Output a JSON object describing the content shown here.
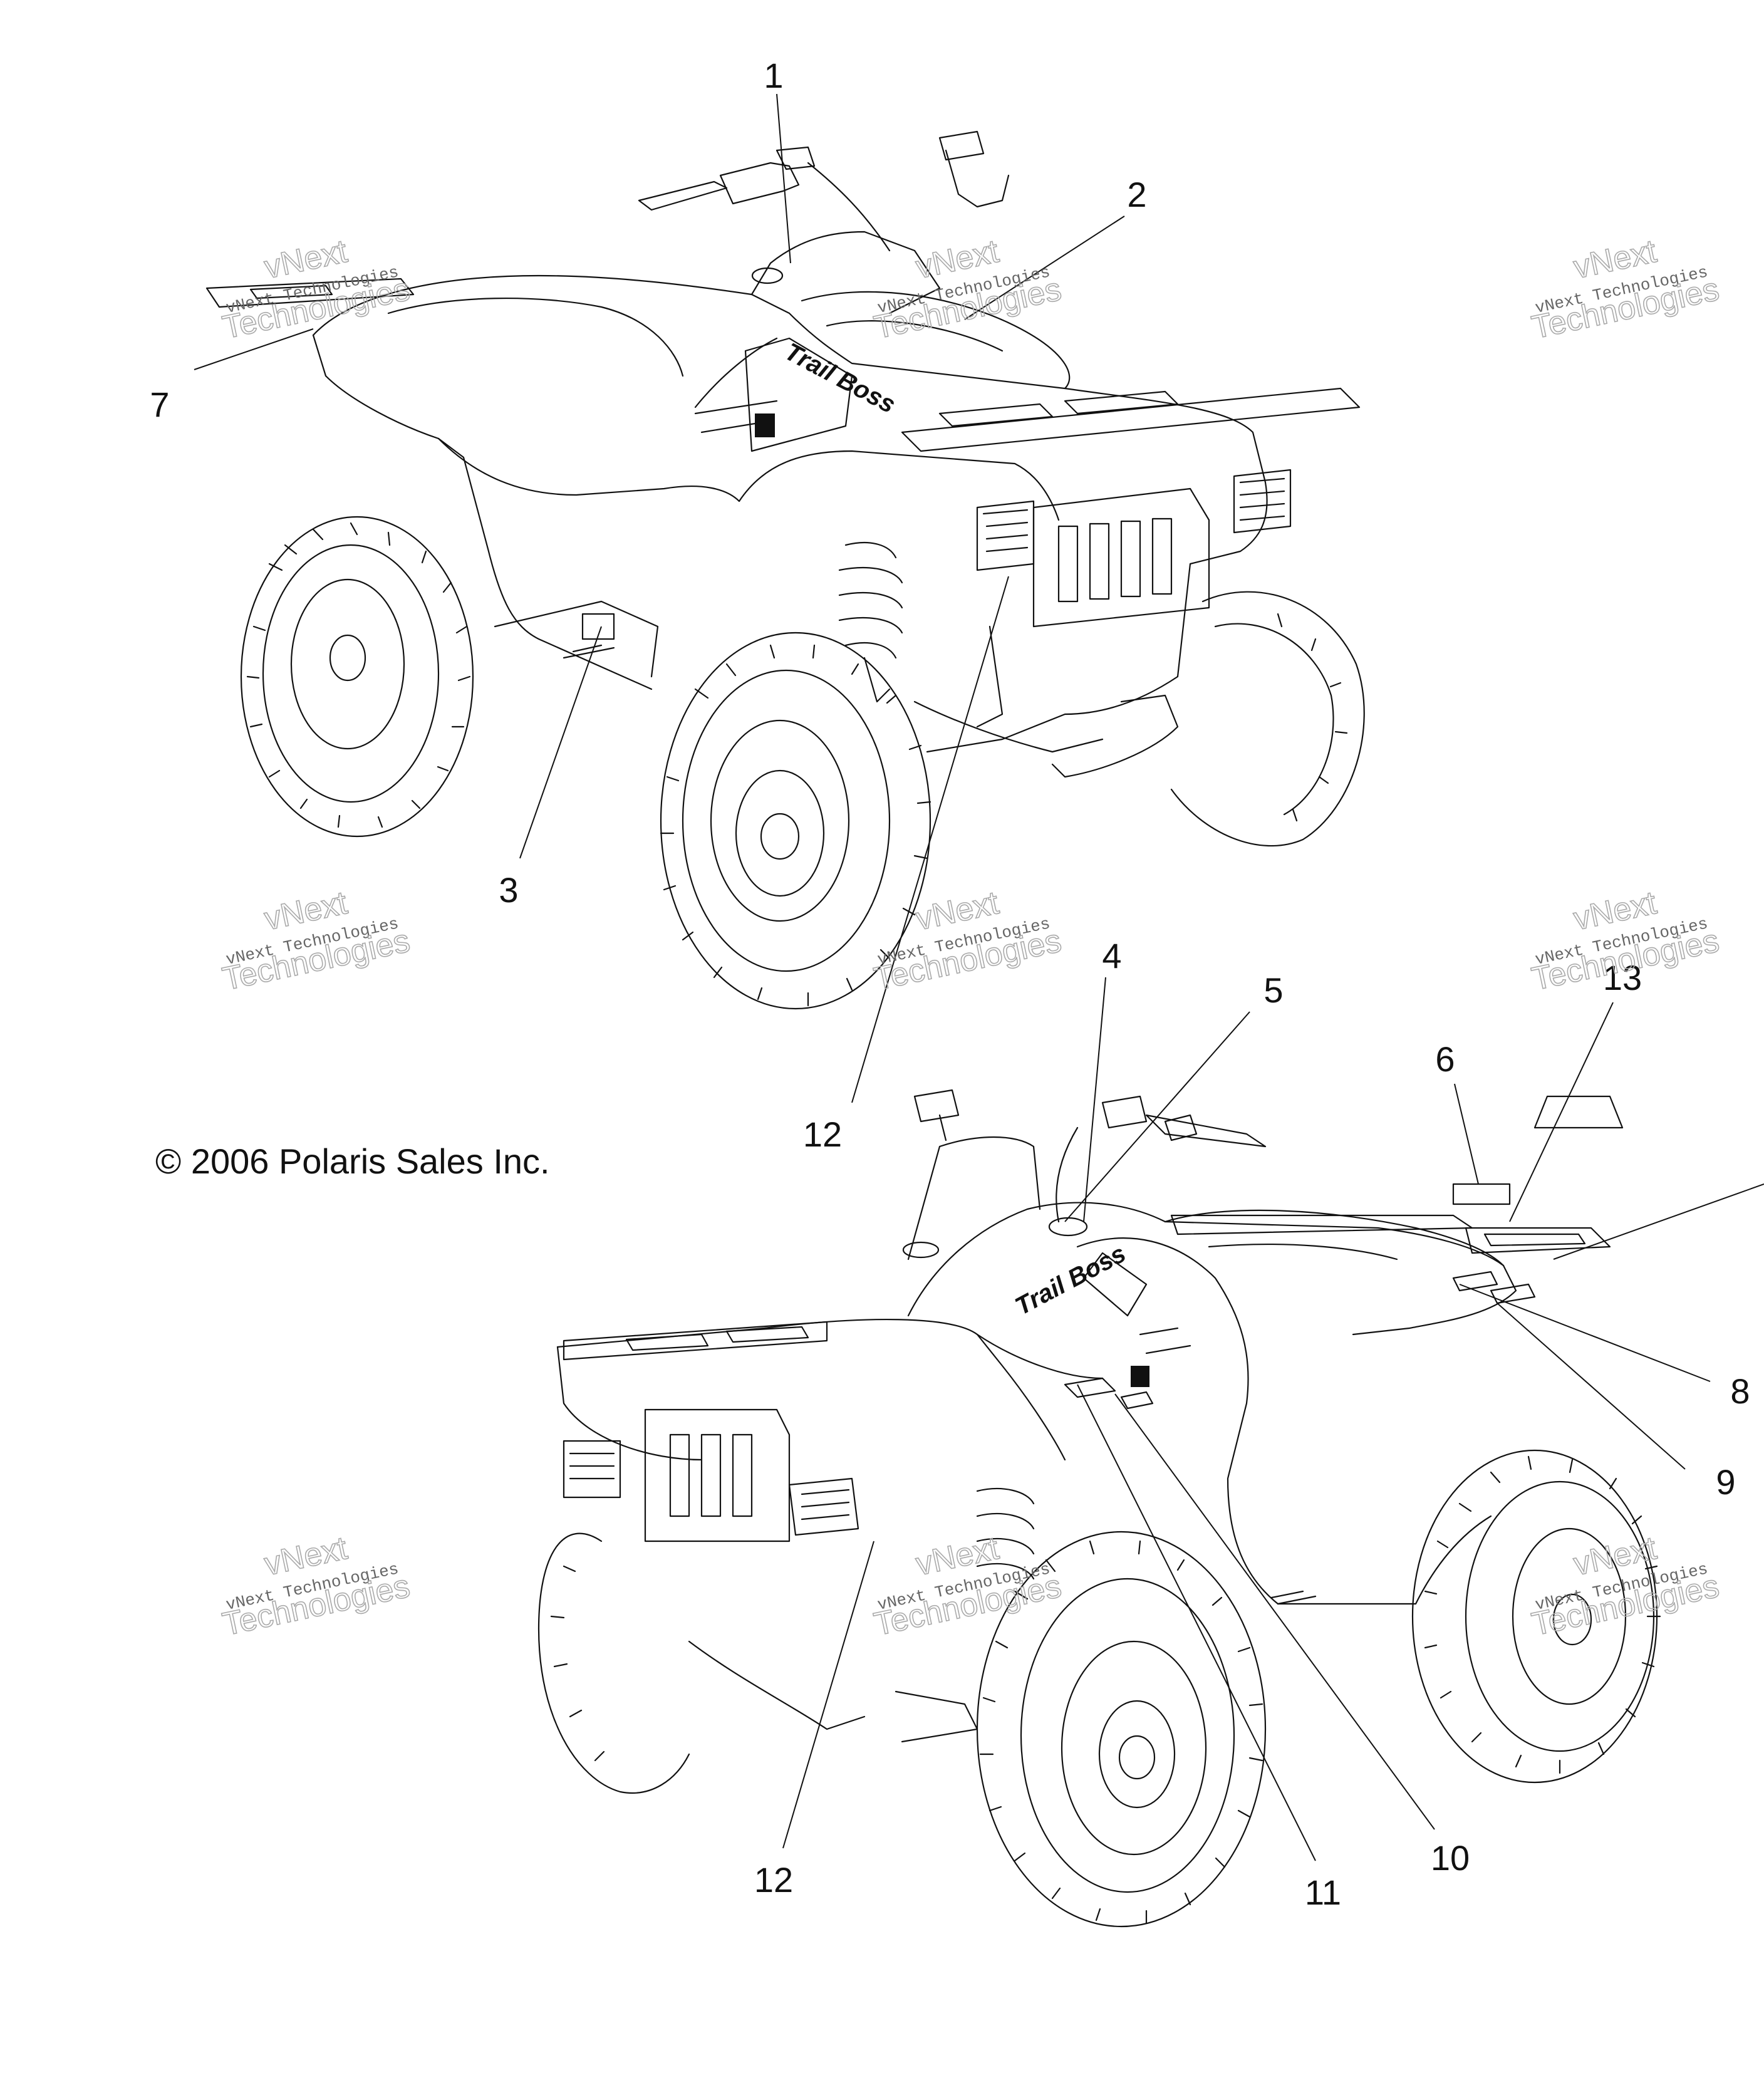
{
  "copyright": "© 2006 Polaris Sales Inc.",
  "model_logo": "Trail Boss",
  "watermark": {
    "line1": "vNext",
    "line2": "vNext Technologies",
    "line3": "Technologies"
  },
  "callouts": [
    {
      "id": "c1",
      "text": "1"
    },
    {
      "id": "c2",
      "text": "2"
    },
    {
      "id": "c3",
      "text": "3"
    },
    {
      "id": "c4",
      "text": "4"
    },
    {
      "id": "c5",
      "text": "5"
    },
    {
      "id": "c6",
      "text": "6"
    },
    {
      "id": "c7",
      "text": "7"
    },
    {
      "id": "c8",
      "text": "8"
    },
    {
      "id": "c9",
      "text": "9"
    },
    {
      "id": "c10",
      "text": "10"
    },
    {
      "id": "c11",
      "text": "11"
    },
    {
      "id": "c12a",
      "text": "12"
    },
    {
      "id": "c12b",
      "text": "12"
    },
    {
      "id": "c13",
      "text": "13"
    }
  ]
}
